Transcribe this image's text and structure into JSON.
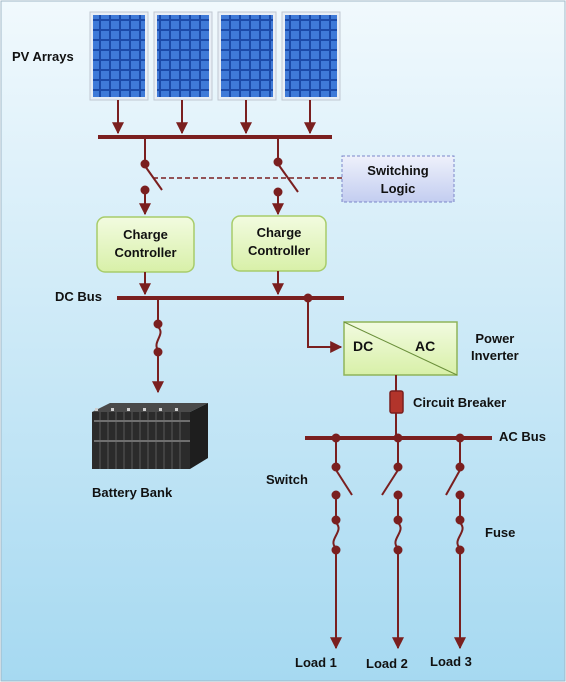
{
  "colors": {
    "line": "#7a1f1f",
    "controller_fill": "#e3f6c2",
    "inverter_fill": "#e6f7c8",
    "logic_fill": "#d9e0f6",
    "background_top": "#eef8fc",
    "background_bottom": "#a9dbf2"
  },
  "labels": {
    "pv_arrays": "PV Arrays",
    "switching_logic": "Switching\nLogic",
    "charge_controller_1": "Charge\nController",
    "charge_controller_2": "Charge\nController",
    "dc_bus": "DC Bus",
    "inverter_dc": "DC",
    "inverter_ac": "AC",
    "power_inverter": "Power\nInverter",
    "circuit_breaker": "Circuit Breaker",
    "ac_bus": "AC Bus",
    "battery_bank": "Battery Bank",
    "switch": "Switch",
    "fuse": "Fuse",
    "load_1": "Load 1",
    "load_2": "Load 2",
    "load_3": "Load 3"
  },
  "icons": [
    "solar-panel-icon",
    "battery-bank-icon",
    "switch-symbol-icon",
    "fuse-symbol-icon",
    "arrow-icon"
  ]
}
